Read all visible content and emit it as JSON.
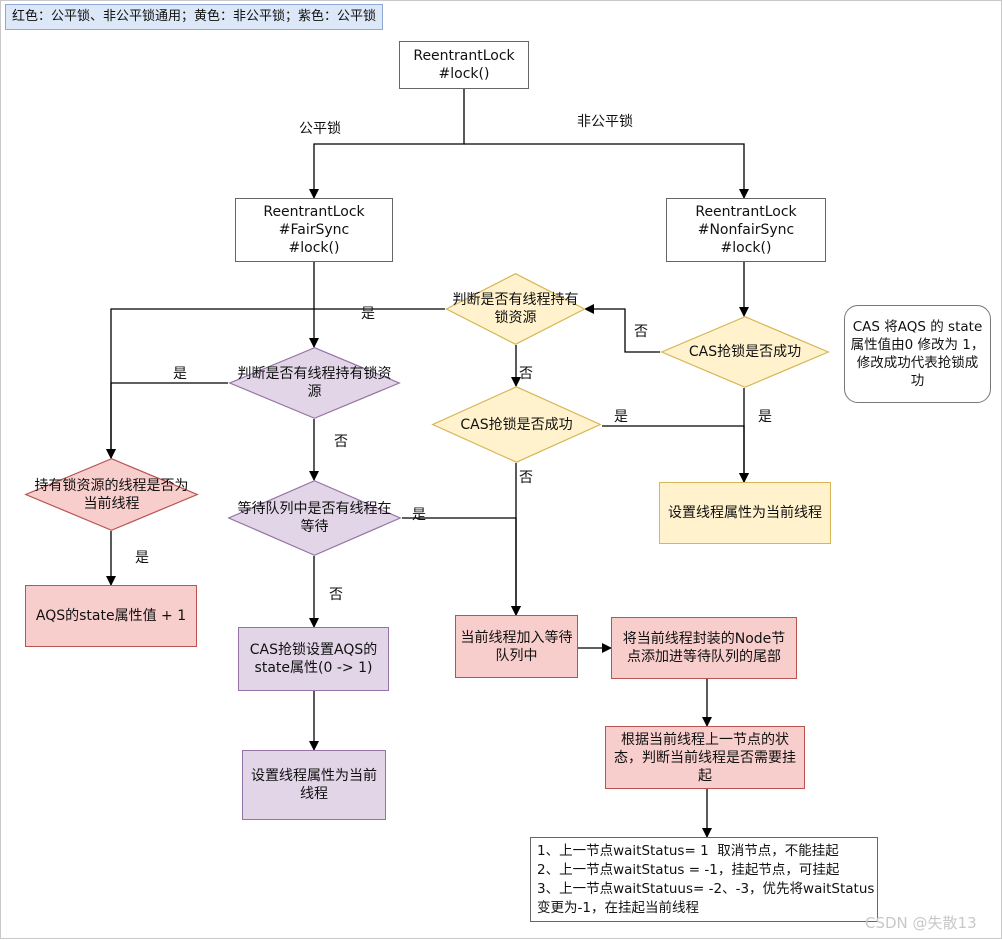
{
  "legend": "红色：公平锁、非公平锁通用；黄色：非公平锁；紫色：公平锁",
  "nodes": {
    "lock_root": "ReentrantLock\n#lock()",
    "fair_sync": "ReentrantLock\n#FairSync\n#lock()",
    "nonfair_sync": "ReentrantLock\n#NonfairSync\n#lock()",
    "yellow_check_holder": "判断是否有线程持有\n锁资源",
    "yellow_cas1": "CAS抢锁是否成功",
    "yellow_cas2": "CAS抢锁是否成功",
    "yellow_set_owner": "设置线程属性为当前线程",
    "cas_note": "CAS 将AQS 的 state\n属性值由0 修改为 1，\n修改成功代表抢锁成\n功",
    "purple_check_holder": "判断是否有线程持有锁资\n源",
    "purple_queue_check": "等待队列中是否有线程在\n等待",
    "purple_cas_state": "CAS抢锁设置AQS的\nstate属性(0 -> 1)",
    "purple_set_owner": "设置线程属性为当前\n线程",
    "red_owner_check": "持有锁资源的线程是否为\n当前线程",
    "red_state_plus": "AQS的state属性值 + 1",
    "red_join_queue": "当前线程加入等待\n队列中",
    "red_wrap_node": "将当前线程封装的Node节\n点添加进等待队列的尾部",
    "red_decide_park": "根据当前线程上一节点的状\n态，判断当前线程是否需要挂\n起",
    "park_steps": "1、上一节点waitStatus= 1  取消节点，不能挂起\n2、上一节点waitStatus = -1，挂起节点，可挂起\n3、上一节点waitStatuus= -2、-3，优先将waitStatus\n变更为-1，在挂起当前线程"
  },
  "edge_labels": {
    "fair": "公平锁",
    "nonfair": "非公平锁",
    "yes_top": "是",
    "yes_left": "是",
    "no_purple1": "否",
    "no_yellow1": "否",
    "no_cas1": "否",
    "yes_cas2": "是",
    "yes_cas1": "是",
    "no_cas2": "否",
    "yes_red": "是",
    "yes_queue": "是",
    "no_queue": "否"
  },
  "watermark": "CSDN @失散13",
  "colors": {
    "red_fill": "#f8cecc",
    "red_stroke": "#b85450",
    "yellow_fill": "#fff2cc",
    "yellow_stroke": "#d6b656",
    "purple_fill": "#e1d5e7",
    "purple_stroke": "#9673a6",
    "legend_fill": "#dce7f8"
  }
}
